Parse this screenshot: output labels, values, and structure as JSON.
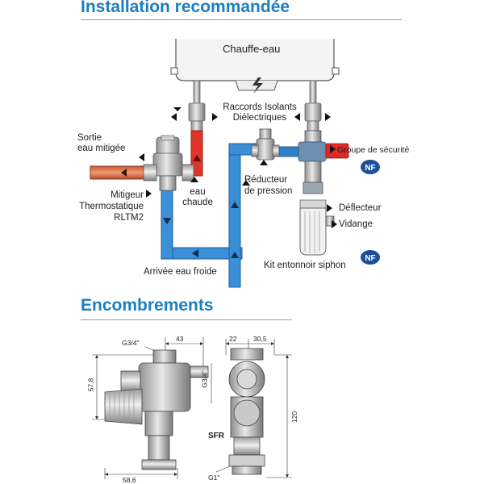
{
  "sections": {
    "installation_title": "Installation recommandée",
    "encombrements_title": "Encombrements"
  },
  "installation": {
    "chauffe_eau": "Chauffe-eau",
    "raccords_line1": "Raccords Isolants",
    "raccords_line2": "Diélectriques",
    "sortie_line1": "Sortie",
    "sortie_line2": "eau mitigée",
    "groupe_securite": "Groupe de sécurité",
    "reducteur_line1": "Réducteur",
    "reducteur_line2": "de pression",
    "eau_chaude_line1": "eau",
    "eau_chaude_line2": "chaude",
    "mitigeur_line1": "Mitigeur",
    "mitigeur_line2": "Thermostatique",
    "mitigeur_line3": "RLTM2",
    "deflecteur": "Déflecteur",
    "vidange": "Vidange",
    "arrivee_eau_froide": "Arrivée eau froide",
    "kit_entonnoir": "Kit entonnoir siphon",
    "nf_mark": "NF"
  },
  "encombrements": {
    "g34_top": "G3/4\"",
    "dim_43": "43",
    "dim_578": "57,8",
    "g34_side": "G3/4\"",
    "dim_22": "22",
    "dim_305": "30,5",
    "dim_120": "120",
    "sfr": "SFR",
    "dim_586": "58,6",
    "g1": "G1\""
  },
  "colors": {
    "title_blue": "#1a7fc1",
    "cold_pipe": "#3a8fd8",
    "hot_pipe": "#e0352b",
    "mixed_pipe": "#e07a52"
  }
}
